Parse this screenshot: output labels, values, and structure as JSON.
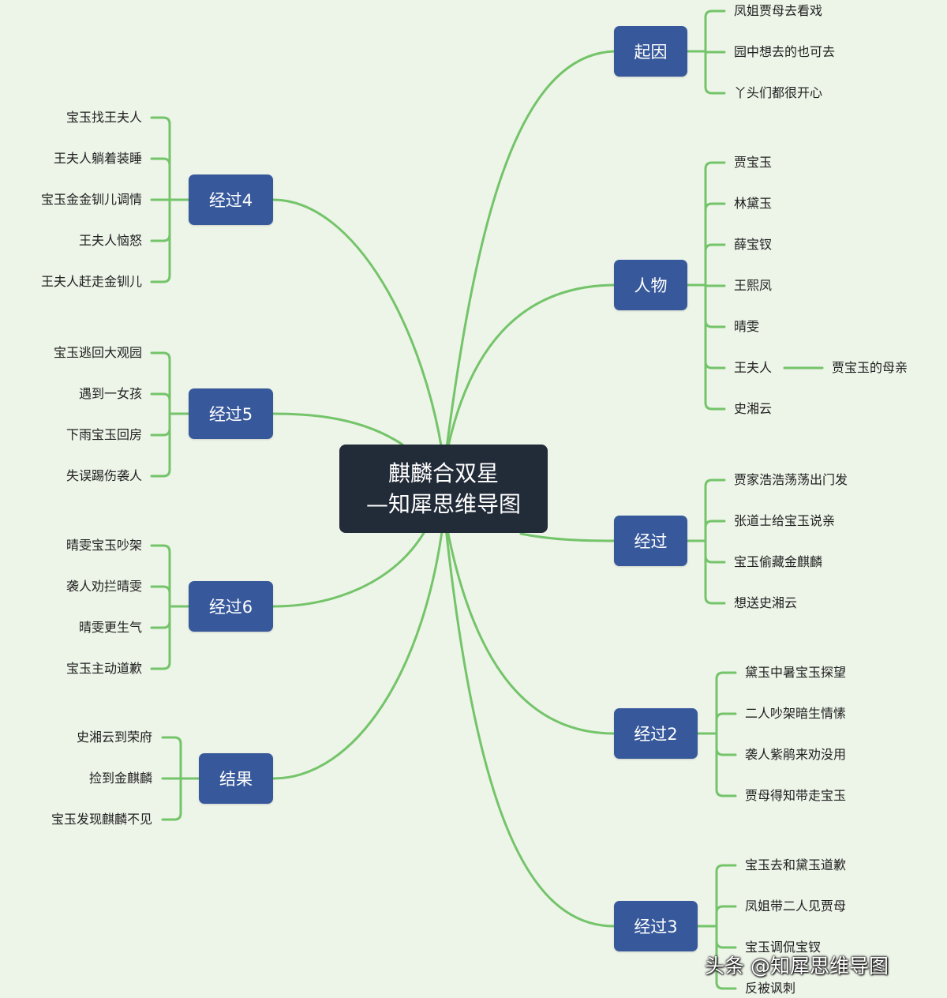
{
  "center": {
    "line1": "麒麟合双星",
    "line2": "—知犀思维导图"
  },
  "branches": {
    "qiyin": {
      "label": "起因",
      "leaves": [
        "凤姐贾母去看戏",
        "园中想去的也可去",
        "丫头们都很开心"
      ]
    },
    "renwu": {
      "label": "人物",
      "leaves": [
        "贾宝玉",
        "林黛玉",
        "薛宝钗",
        "王熙凤",
        "晴雯",
        "王夫人",
        "史湘云"
      ],
      "sub": "贾宝玉的母亲"
    },
    "jingguo": {
      "label": "经过",
      "leaves": [
        "贾家浩浩荡荡出门发",
        "张道士给宝玉说亲",
        "宝玉偷藏金麒麟",
        "想送史湘云"
      ]
    },
    "jingguo2": {
      "label": "经过2",
      "leaves": [
        "黛玉中暑宝玉探望",
        "二人吵架暗生情愫",
        "袭人紫鹃来劝没用",
        "贾母得知带走宝玉"
      ]
    },
    "jingguo3": {
      "label": "经过3",
      "leaves": [
        "宝玉去和黛玉道歉",
        "凤姐带二人见贾母",
        "宝玉调侃宝钗",
        "反被讽刺"
      ]
    },
    "jingguo4": {
      "label": "经过4",
      "leaves": [
        "宝玉找王夫人",
        "王夫人躺着装睡",
        "宝玉金金钏儿调情",
        "王夫人恼怒",
        "王夫人赶走金钏儿"
      ]
    },
    "jingguo5": {
      "label": "经过5",
      "leaves": [
        "宝玉逃回大观园",
        "遇到一女孩",
        "下雨宝玉回房",
        "失误踢伤袭人"
      ]
    },
    "jingguo6": {
      "label": "经过6",
      "leaves": [
        "晴雯宝玉吵架",
        "袭人劝拦晴雯",
        "晴雯更生气",
        "宝玉主动道歉"
      ]
    },
    "jieguo": {
      "label": "结果",
      "leaves": [
        "史湘云到荣府",
        "捡到金麒麟",
        "宝玉发现麒麟不见"
      ]
    }
  },
  "watermark": "头条 @知犀思维导图",
  "colors": {
    "link": "#74c46a",
    "node": "#37599b",
    "center": "#222b38",
    "background": "#edf4e8"
  }
}
